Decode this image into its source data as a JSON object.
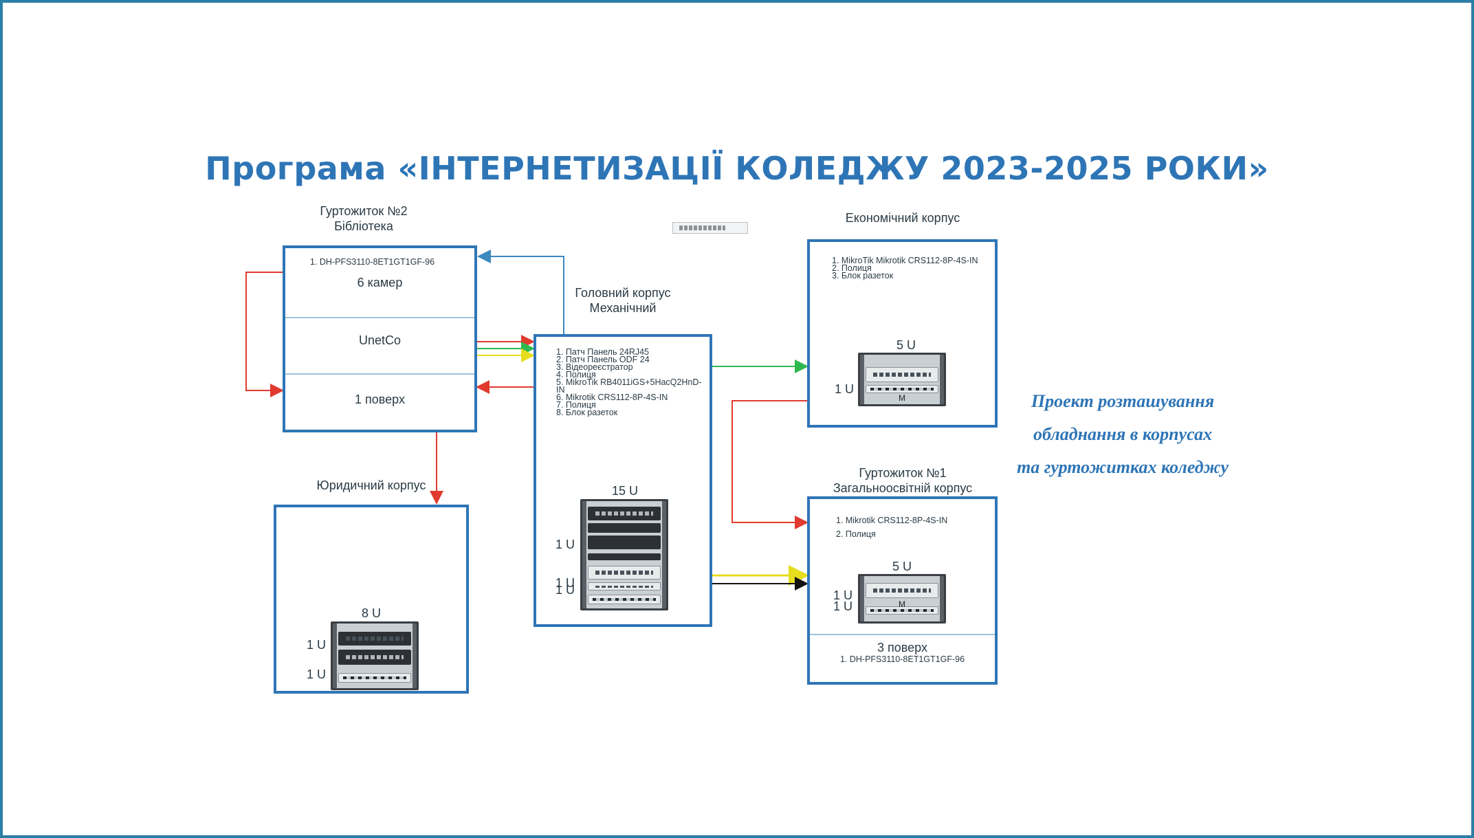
{
  "title": "Програма «ІНТЕРНЕТИЗАЦІЇ КОЛЕДЖУ 2023-2025 РОКИ»",
  "colors": {
    "frame": "#2b7ea6",
    "box_border": "#2e75b6",
    "title": "#2e75b6",
    "link_red": "#e03a2f",
    "link_green": "#2db84d",
    "link_yellow": "#f2ea35",
    "link_blue": "#3c89c0",
    "link_black": "#111111"
  },
  "buildings": {
    "dorm2": {
      "label_line1": "Гуртожиток №2",
      "label_line2": "Бібліотека",
      "item1": "1. DH-PFS3110-8ET1GT1GF-96",
      "cameras": "6 камер",
      "provider": "UnetCo",
      "floor": "1 поверх"
    },
    "legal": {
      "label": "Юридичний корпус",
      "rack_size": "8 U",
      "u_labels": [
        "1 U",
        "1 U"
      ]
    },
    "main": {
      "label_line1": "Головний корпус",
      "label_line2": "Механічний",
      "items": [
        "1. Патч Панель 24RJ45",
        "2. Патч Панель ODF 24",
        "3. Відеореєстратор",
        "4. Полиця",
        "5. MikroTik RB4011iGS+5HacQ2HnD-IN",
        "6. Mikrotik CRS112-8P-4S-IN",
        "7. Полиця",
        "8. Блок разеток"
      ],
      "rack_size": "15 U",
      "u_labels": [
        "1 U",
        "1 U",
        "1 U"
      ]
    },
    "economic": {
      "label": "Економічний корпус",
      "items": [
        "1. MikroTik Mikrotik CRS112-8P-4S-IN",
        "2. Полиця",
        "3. Блок разеток"
      ],
      "rack_size": "5 U",
      "u_labels": [
        "1 U"
      ],
      "rack_tag": "M"
    },
    "dorm1": {
      "label_line1": "Гуртожиток №1",
      "label_line2": "Загальноосвітній корпус",
      "items": [
        "1. Mikrotik CRS112-8P-4S-IN",
        "2. Полиця"
      ],
      "rack_size": "5 U",
      "u_labels": [
        "1 U",
        "1 U"
      ],
      "rack_tag": "M",
      "floor": "3 поверх",
      "floor_item": "1. DH-PFS3110-8ET1GT1GF-96"
    }
  },
  "project_note": {
    "line1": "Проект розташування",
    "line2": "обладнання в корпусах",
    "line3": "та гуртожитках коледжу"
  }
}
